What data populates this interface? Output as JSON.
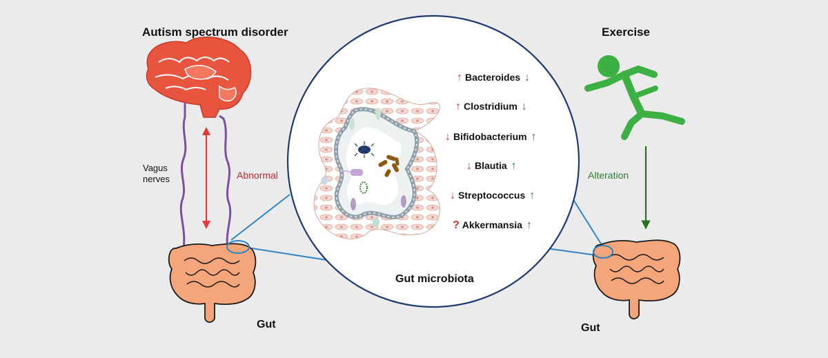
{
  "labels": {
    "asd_title": "Autism spectrum disorder",
    "exercise_title": "Exercise",
    "vagus": "Vagus\nnerves",
    "abnormal": "Abnormal",
    "alteration": "Alteration",
    "gut_left": "Gut",
    "gut_right": "Gut",
    "microbiota": "Gut microbiota"
  },
  "bacteria": [
    {
      "left": "↑",
      "name": "Bacteroides",
      "right": "↓"
    },
    {
      "left": "↑",
      "name": "Clostridium",
      "right": "↓"
    },
    {
      "left": "↓",
      "name": "Bifidobacterium",
      "right": "↑"
    },
    {
      "left": "↓",
      "name": "Blautia",
      "right": "↑"
    },
    {
      "left": "↓",
      "name": "Streptococcus",
      "right": "↑"
    },
    {
      "left": "?",
      "name": "Akkermansia",
      "right": "↑"
    }
  ],
  "colors": {
    "background": "#ebebeb",
    "brain": "#e8553f",
    "runner": "#3cb043",
    "gut": "#f4a57a",
    "gut_outline": "#1a1a1a",
    "nerve": "#7b4ea0",
    "circle_border": "#1f3a6e",
    "connector": "#2f84c6",
    "abnormal_text": "#c62828",
    "alteration_text": "#2e7d32",
    "alteration_arrow": "#2e6b26",
    "double_arrow": "#e53935"
  },
  "icons": [
    "brain-icon",
    "runner-icon",
    "gut-icon",
    "bacterium-icon",
    "epithelium-icon"
  ]
}
